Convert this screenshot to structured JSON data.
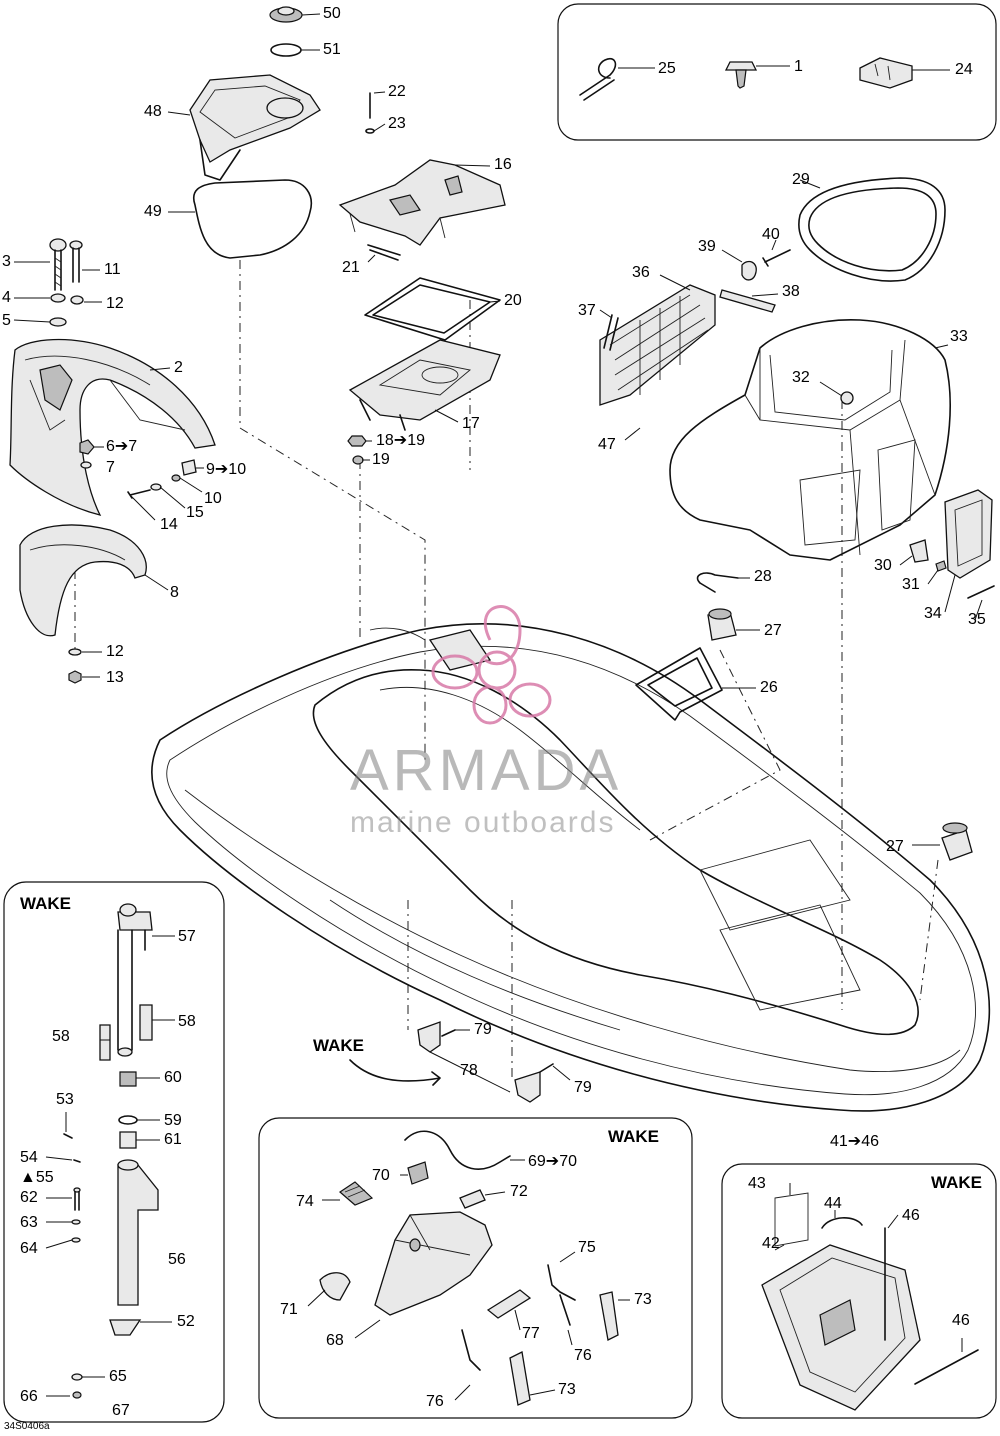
{
  "labels": {
    "l50": "50",
    "l51": "51",
    "l48": "48",
    "l49": "49",
    "l22": "22",
    "l23": "23",
    "l16": "16",
    "l21": "21",
    "l20": "20",
    "l17": "17",
    "l18": "18➔19",
    "l19": "19",
    "l3": "3",
    "l11": "11",
    "l4": "4",
    "l12a": "12",
    "l5": "5",
    "l2": "2",
    "l6": "6➔7",
    "l7": "7",
    "l9": "9➔10",
    "l10": "10",
    "l15": "15",
    "l14": "14",
    "l8": "8",
    "l12b": "12",
    "l13": "13",
    "l25": "25",
    "l1": "1",
    "l24": "24",
    "l29": "29",
    "l40": "40",
    "l39": "39",
    "l36": "36",
    "l37": "37",
    "l38": "38",
    "l33": "33",
    "l32": "32",
    "l47": "47",
    "l30": "30",
    "l31": "31",
    "l34": "34",
    "l35": "35",
    "l28": "28",
    "l27a": "27",
    "l26": "26",
    "l27b": "27",
    "l57": "57",
    "l58a": "58",
    "l58b": "58",
    "l60": "60",
    "l53": "53",
    "l59": "59",
    "l61": "61",
    "l54": "54",
    "l55": "▲55",
    "l62": "62",
    "l63": "63",
    "l64": "64",
    "l56": "56",
    "l52": "52",
    "l65": "65",
    "l66": "66",
    "l67": "67",
    "l79a": "79",
    "l78": "78",
    "l79b": "79",
    "l69": "69➔70",
    "l70": "70",
    "l72": "72",
    "l74": "74",
    "l75": "75",
    "l71": "71",
    "l73a": "73",
    "l68": "68",
    "l77": "77",
    "l76a": "76",
    "l76b": "76",
    "l73b": "73",
    "l4146": "41➔46",
    "l43": "43",
    "l44": "44",
    "l46a": "46",
    "l42": "42",
    "l46b": "46"
  },
  "headers": {
    "wake_left": "WAKE",
    "wake_arrow": "WAKE",
    "wake_center": "WAKE",
    "wake_right": "WAKE"
  },
  "watermark": {
    "title": "ARMADA",
    "subtitle": "marine outboards",
    "logo_color": "#d87aa8"
  },
  "figure_code": "34S0406a"
}
